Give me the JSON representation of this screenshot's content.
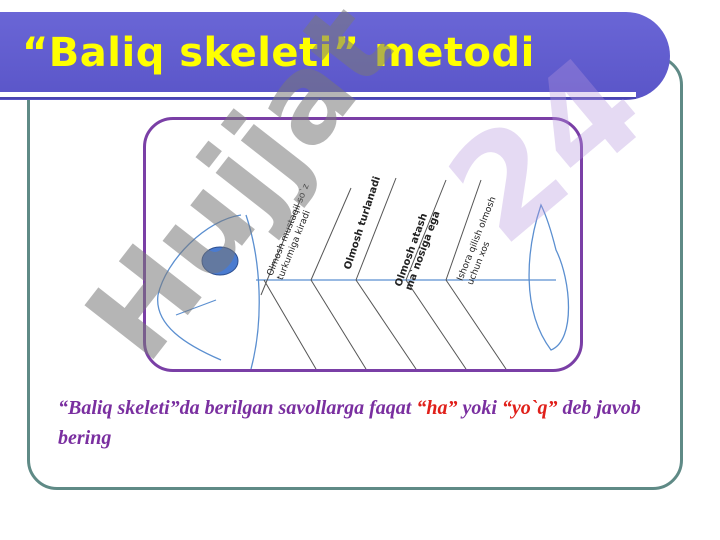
{
  "slide": {
    "title": "“Baliq skeleti” metodi"
  },
  "diagram": {
    "labels": [
      {
        "text": "Olmosh mustaqil so`z\nturkumiga kiradi",
        "bold": false
      },
      {
        "text": "Olmosh turlanadi",
        "bold": true
      },
      {
        "text": "Olmosh atash\nma`nosiga ega",
        "bold": true
      },
      {
        "text": "Ishora qilish olmosh\nuchun xos",
        "bold": false
      }
    ]
  },
  "instruction": {
    "part1": "“Baliq skeleti”da berilgan savollarga faqat ",
    "ha": "“ha”",
    "part2": " yoki ",
    "yoq": "“yo`q”",
    "part3": " deb javob bering"
  },
  "watermark": {
    "text1": "Hujjat",
    "text2": "24"
  },
  "colors": {
    "banner": "#5a55c8",
    "title": "#ffff00",
    "frame": "#5f8a86",
    "diagram_border": "#7a3fa6",
    "fish_line": "#5b8fd0",
    "eye": "#4a7bd0",
    "instruction_text": "#7a2fa0",
    "answer_highlight": "#e0201a"
  }
}
